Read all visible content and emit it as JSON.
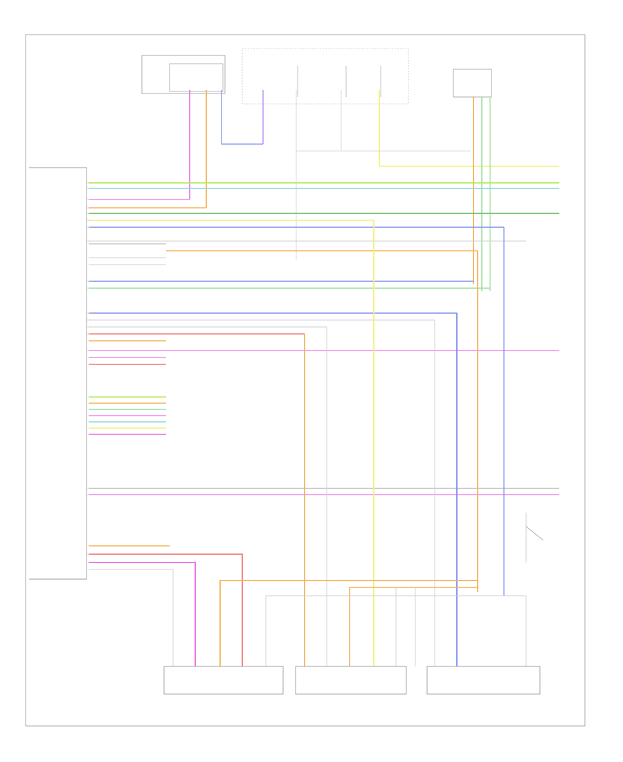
{
  "title": "",
  "page_label": "",
  "colors": {
    "frame": "#aaaaaa",
    "module": "#999999",
    "yellow_green": "#b4ec5a",
    "light_green": "#9adf9a",
    "dark_green": "#6ec06e",
    "light_blue": "#8fd3df",
    "blue": "#7a8df0",
    "violet": "#9a7af0",
    "pink": "#f08ce8",
    "magenta": "#e66ae6",
    "orange": "#f5b25a",
    "yellow": "#f2f07a",
    "red": "#f07a7a",
    "gray": "#bdbdbd"
  },
  "module": {
    "name": "",
    "pins": [
      {
        "id": "p1",
        "name": "",
        "circuit": "",
        "wire": "",
        "color": "yellow_green"
      },
      {
        "id": "p2",
        "name": "",
        "circuit": "",
        "wire": "",
        "color": "light_blue"
      },
      {
        "id": "p3",
        "name": "",
        "circuit": "",
        "wire": "",
        "color": "pink"
      },
      {
        "id": "p4",
        "name": "",
        "circuit": "",
        "wire": "",
        "color": "orange"
      },
      {
        "id": "p5",
        "name": "",
        "circuit": "",
        "wire": "",
        "color": "dark_green"
      },
      {
        "id": "p6",
        "name": "",
        "circuit": "",
        "wire": "",
        "color": "yellow"
      },
      {
        "id": "p7",
        "name": "",
        "circuit": "",
        "wire": "",
        "color": "blue"
      },
      {
        "id": "p8",
        "name": "",
        "circuit": "",
        "wire": "",
        "color": "gray"
      },
      {
        "id": "p9",
        "name": "",
        "circuit": "",
        "wire": "",
        "color": "orange"
      },
      {
        "id": "p10",
        "name": "",
        "circuit": "",
        "wire": "",
        "color": "blue"
      },
      {
        "id": "p11",
        "name": "",
        "circuit": "",
        "wire": "",
        "color": "light_green"
      },
      {
        "id": "p12",
        "name": "",
        "circuit": "",
        "wire": "",
        "color": "blue"
      },
      {
        "id": "p13",
        "name": "",
        "circuit": "",
        "wire": "",
        "color": "gray"
      },
      {
        "id": "p14",
        "name": "",
        "circuit": "",
        "wire": "",
        "color": "red"
      },
      {
        "id": "p15",
        "name": "",
        "circuit": "",
        "wire": "",
        "color": "magenta"
      },
      {
        "id": "p16",
        "name": "",
        "circuit": "",
        "wire": "",
        "color": "gray"
      },
      {
        "id": "p17",
        "name": "",
        "circuit": "",
        "wire": "",
        "color": "yellow"
      },
      {
        "id": "p18",
        "name": "",
        "circuit": "",
        "wire": "",
        "color": "red"
      }
    ]
  },
  "components": {
    "top_left": "",
    "top_center": "",
    "top_right": "",
    "bottom_left": "",
    "bottom_center": "",
    "bottom_right": "",
    "side_right": ""
  }
}
